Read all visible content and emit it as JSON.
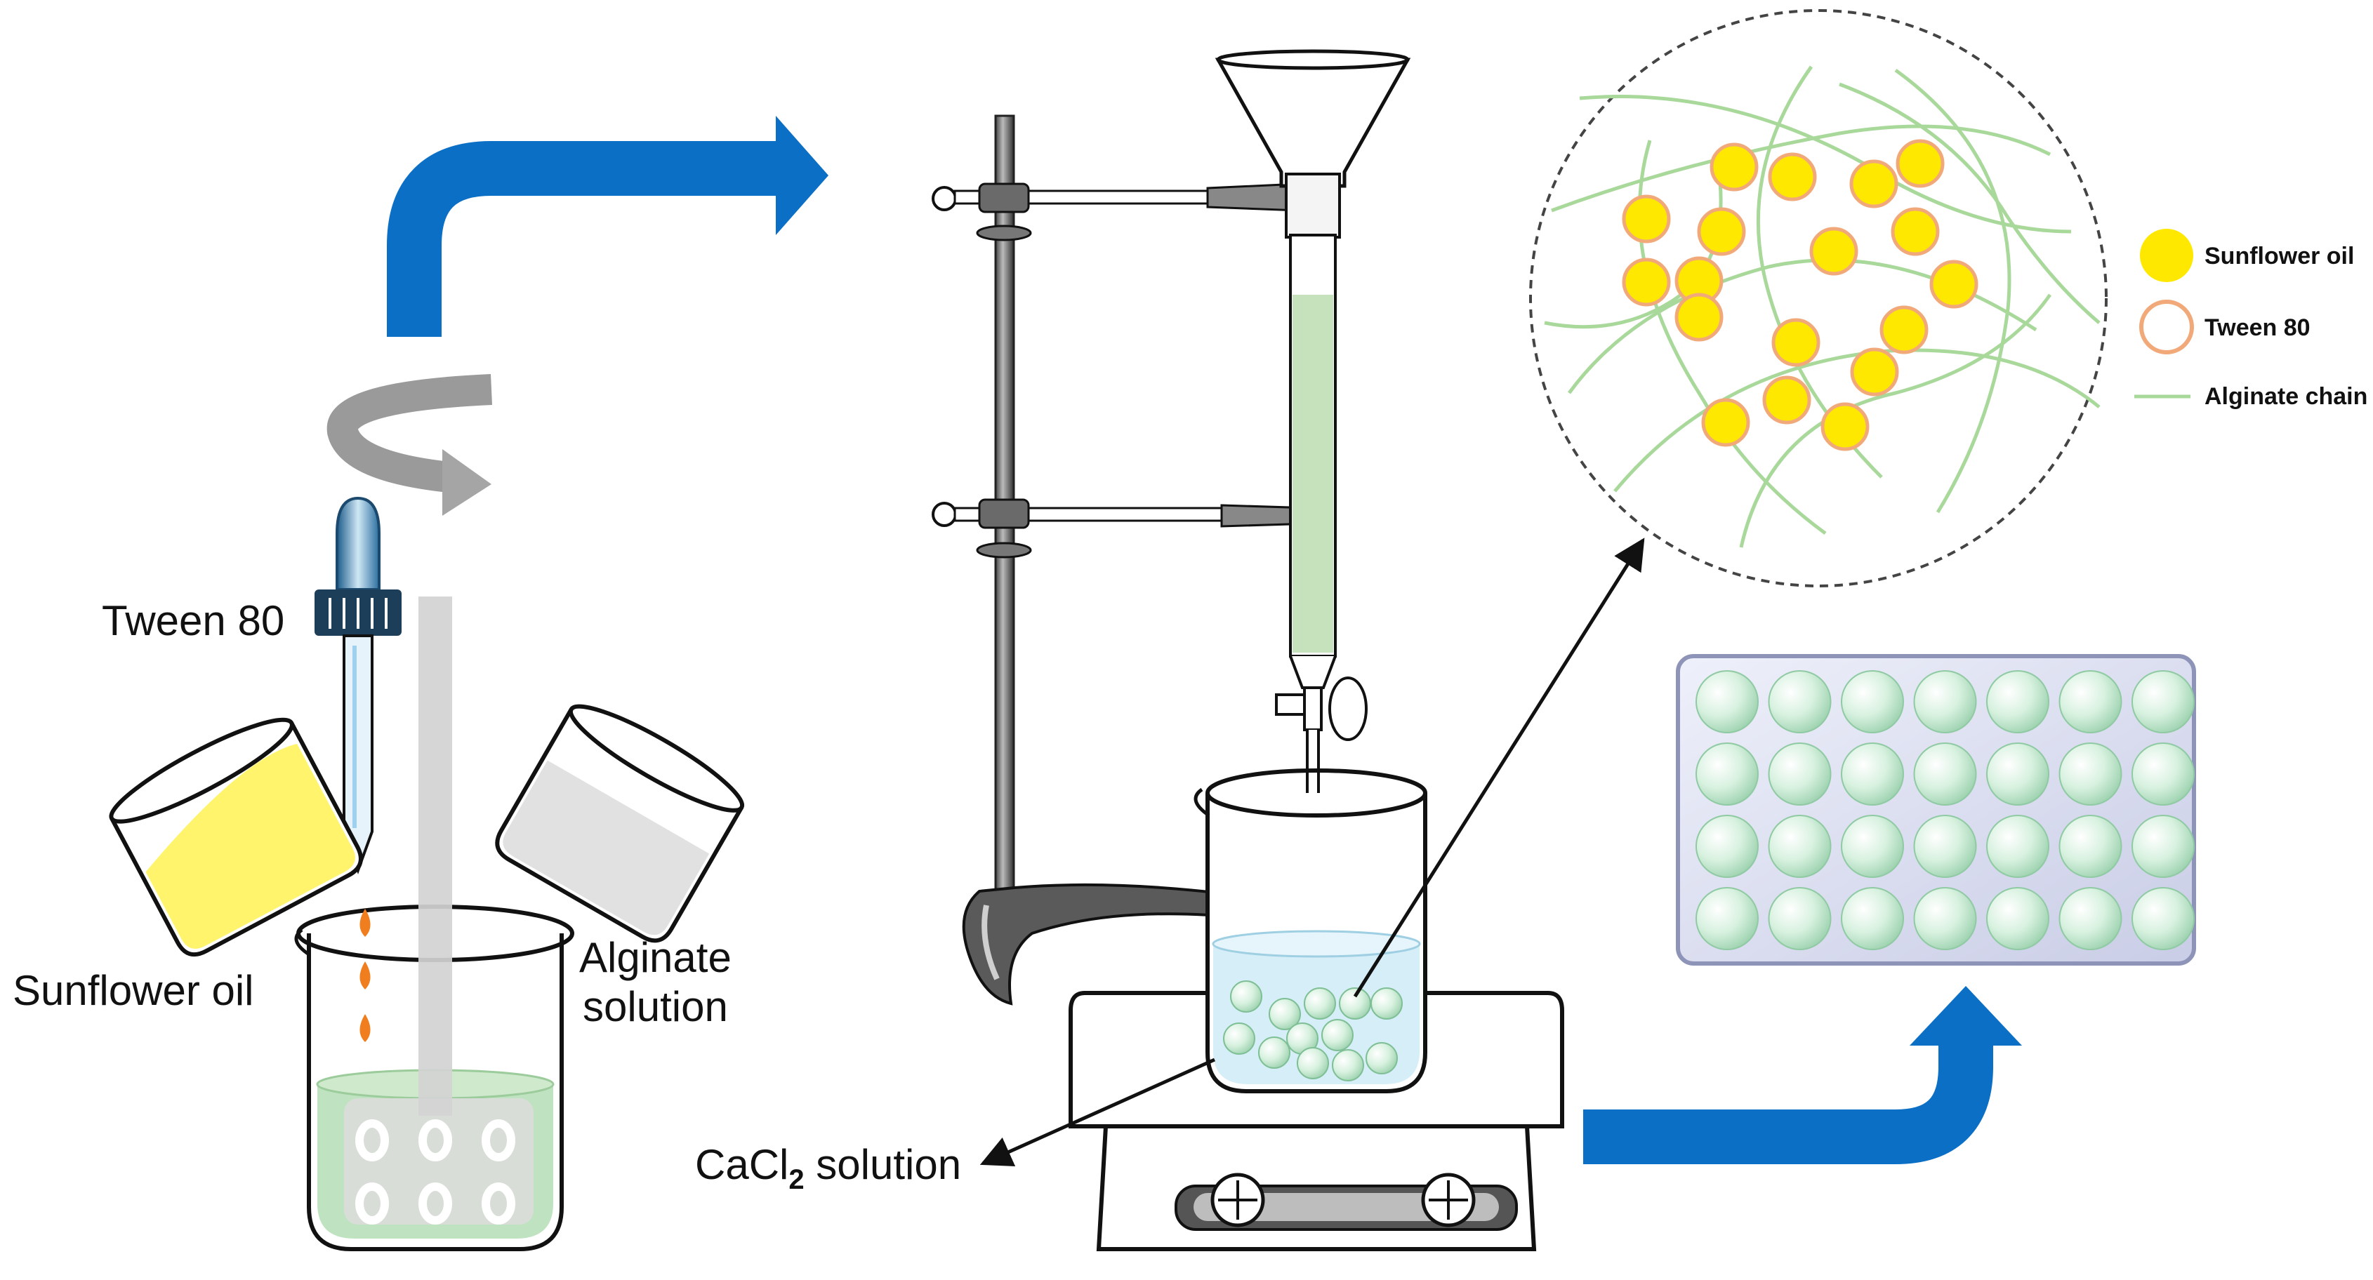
{
  "labels": {
    "tween": "Tween 80",
    "sunflower": "Sunflower oil",
    "alginate_line1": "Alginate",
    "alginate_line2": "solution",
    "cacl2_main": "CaCl",
    "cacl2_sub": "2",
    "cacl2_rest": " solution"
  },
  "legend": {
    "items": [
      {
        "label": "Sunflower oil",
        "icon": "sunflower-oil-dot-icon"
      },
      {
        "label": "Tween 80",
        "icon": "tween-80-ring-icon"
      },
      {
        "label": "Alginate chain",
        "icon": "alginate-chain-line-icon"
      }
    ]
  },
  "colors": {
    "flow_arrow": "#0b6fc6",
    "oil": "#ffe800",
    "tween_ring": "#f2a97a",
    "alginate": "#a8d89a",
    "bead": "#cdeed8",
    "oil_drop": "#f07d1e",
    "emulsion": "#bfe3c0",
    "cacl2_liquid": "#d6eef8"
  }
}
